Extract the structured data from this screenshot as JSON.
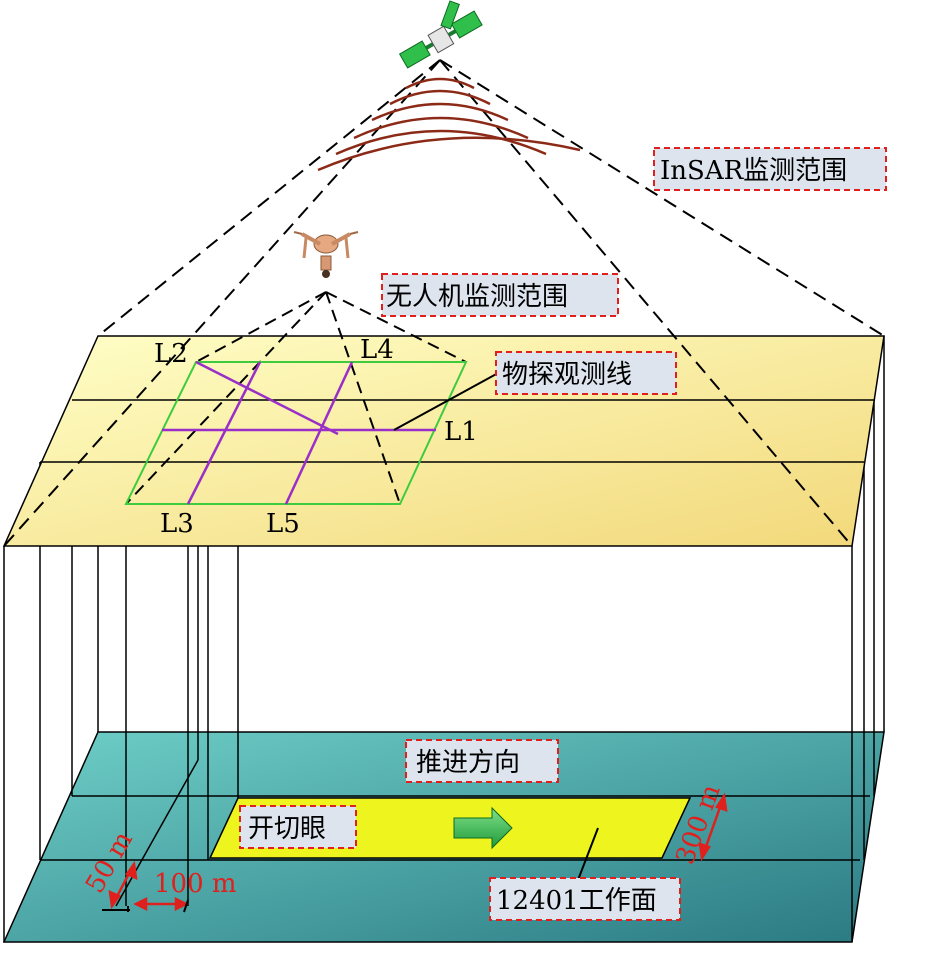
{
  "labels": {
    "insar": "InSAR监测范围",
    "uav": "无人机监测范围",
    "geophysics": "物探观测线",
    "advance": "推进方向",
    "cut": "开切眼",
    "face": "12401工作面"
  },
  "lines": {
    "l1": "L1",
    "l2": "L2",
    "l3": "L3",
    "l4": "L4",
    "l5": "L5"
  },
  "dims": {
    "d50": "50 m",
    "d100": "100 m",
    "d300": "300 m"
  },
  "icons": {
    "satellite": "satellite-icon",
    "drone": "drone-icon",
    "arrow": "arrow-right-icon"
  },
  "colors": {
    "surface": "#f0f098",
    "face": "#eef51e",
    "ground": "#3a9a9a",
    "survey_grid": "#3ecb3e",
    "survey_line": "#9a2fc8",
    "signal": "#8c2a18",
    "dimension": "#e0201c",
    "label_bg": "#dde4ee",
    "label_border": "#e0201c"
  }
}
